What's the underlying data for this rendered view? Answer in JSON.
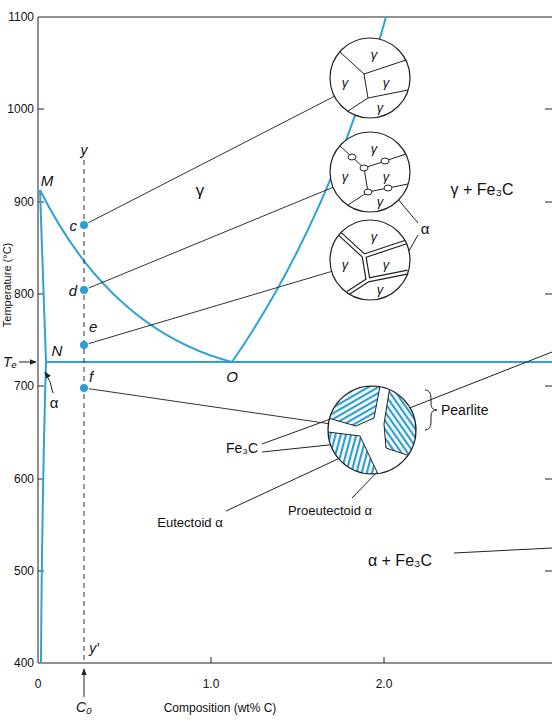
{
  "diagram": {
    "nodes": [
      {
        "text": [
          "c"
        ]
      },
      {
        "text": [
          "d"
        ]
      },
      {
        "text": [
          "e"
        ]
      },
      {
        "text": [
          "f"
        ]
      },
      {
        "text": [
          "γ",
          "γ",
          "γ",
          "γ"
        ]
      },
      {
        "text": [
          "γ",
          "γ",
          "γ",
          "γ"
        ]
      },
      {
        "text": [
          "γ",
          "γ",
          "γ",
          "γ"
        ]
      },
      {
        "text": [
          "Pearlite"
        ]
      }
    ],
    "edges": [
      {
        "from": 0,
        "to": 4,
        "arrow": "none"
      },
      {
        "from": 1,
        "to": 5,
        "arrow": "none"
      },
      {
        "from": 2,
        "to": 6,
        "arrow": "none"
      },
      {
        "from": 3,
        "to": 7,
        "arrow": "none"
      }
    ],
    "labels": [
      "M",
      "N",
      "O",
      "Tₑ",
      "α",
      "γ",
      "γ + Fe₃C",
      "α + Fe₃C",
      "y",
      "y′",
      "C₀",
      "1100",
      "1000",
      "900",
      "800",
      "700",
      "600",
      "500",
      "400",
      "0",
      "1.0",
      "2.0",
      "Temperature (°C)",
      "Composition (wt% C)",
      "α",
      "Fe₃C",
      "Eutectoid α",
      "Proeutectoid α"
    ]
  }
}
